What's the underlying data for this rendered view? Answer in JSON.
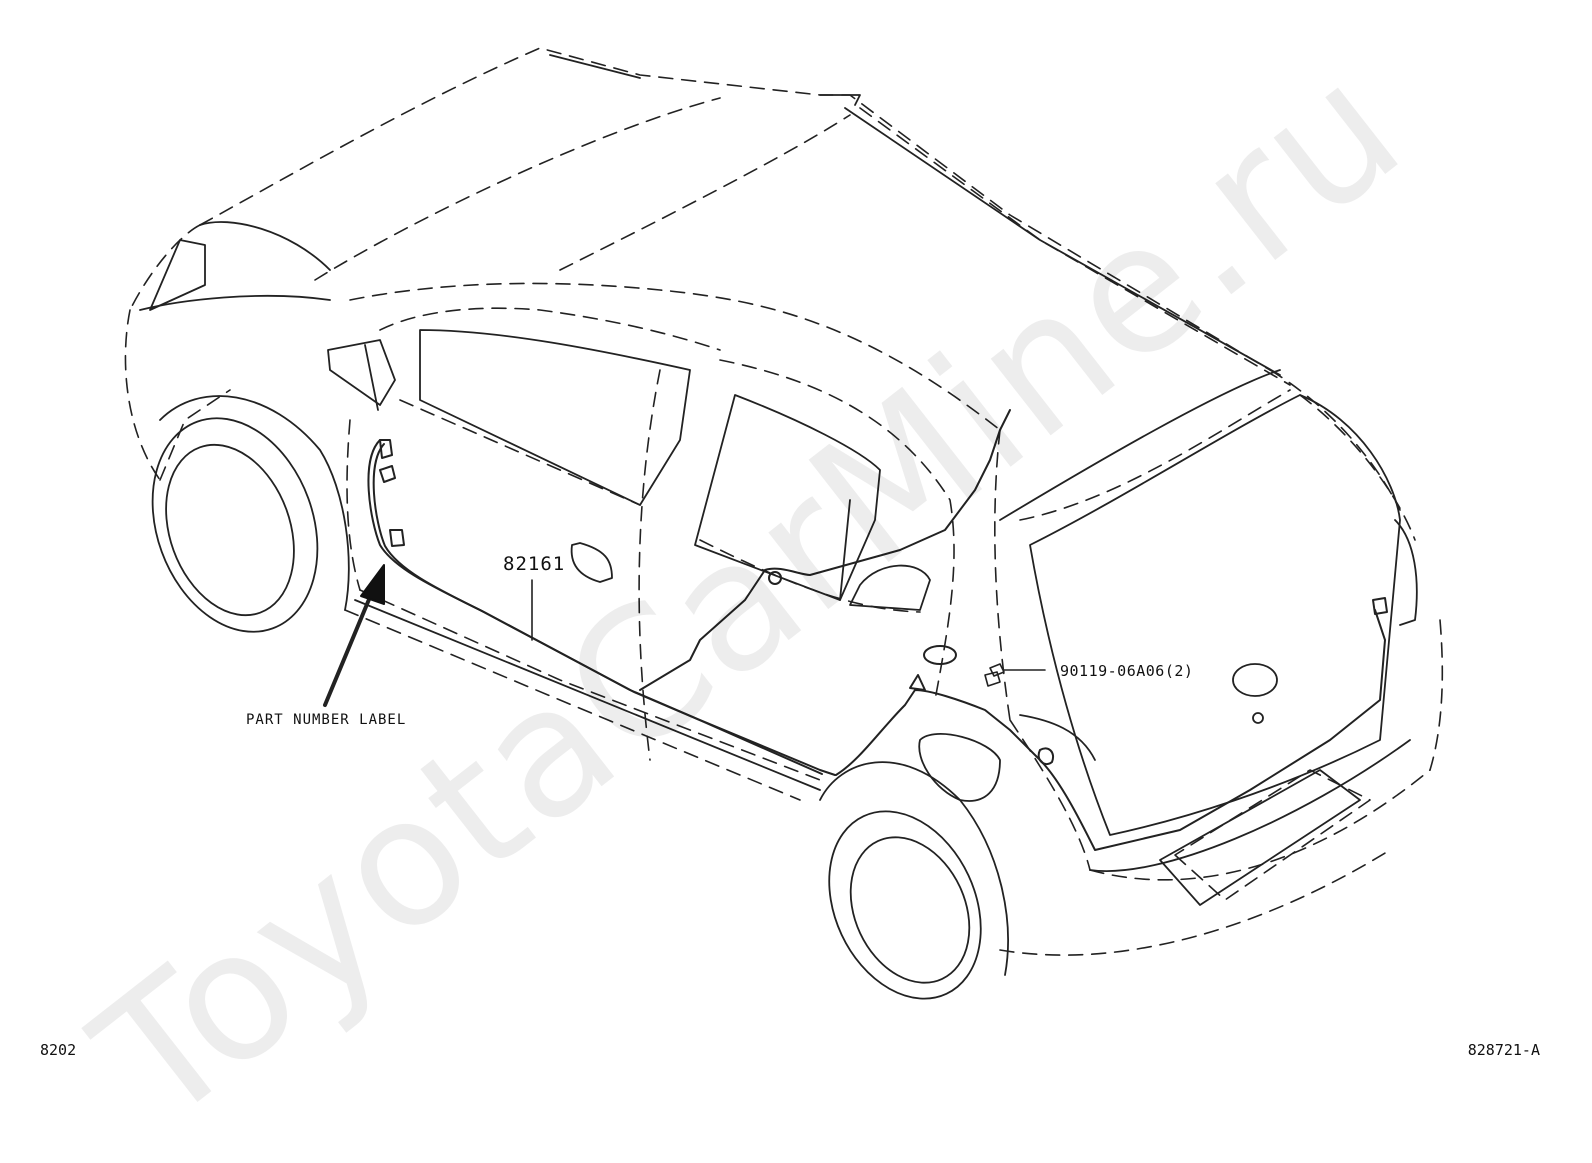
{
  "labels": {
    "harness_part": "82161",
    "bolt_part": "90119-06A06(2)",
    "part_number_label": "PART NUMBER LABEL"
  },
  "footer": {
    "figure_code": "8202",
    "illustration_ref": "828721-A"
  },
  "watermark": "ToyotaCarMine.ru"
}
